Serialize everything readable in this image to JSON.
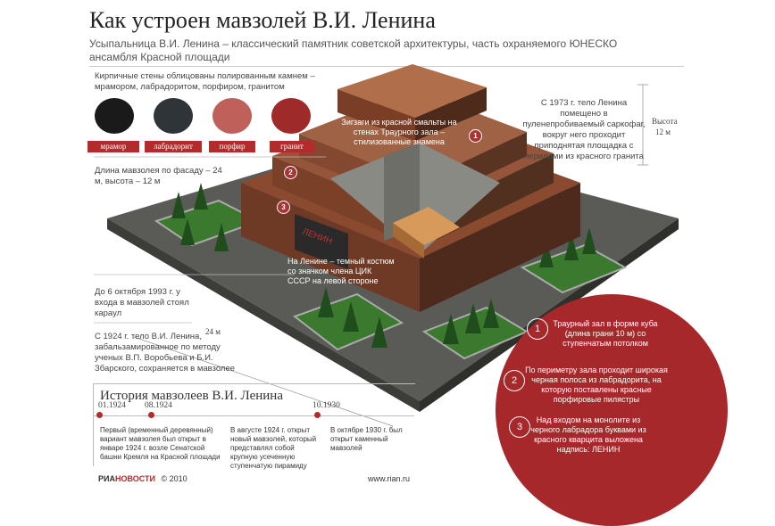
{
  "title": "Как устроен мавзолей В.И. Ленина",
  "subtitle": "Усыпальница В.И. Ленина – классический памятник советской архитектуры, часть охраняемого ЮНЕСКО ансамбля Красной площади",
  "intro": "Кирпичные стены облицованы полированным камнем – мрамором, лабрадоритом, порфиром, гранитом",
  "stones": [
    {
      "label": "мрамор",
      "color": "#1a1a1a"
    },
    {
      "label": "лабрадорит",
      "color": "#2f3438"
    },
    {
      "label": "порфир",
      "color": "#c0605a"
    },
    {
      "label": "гранит",
      "color": "#9e2a2a"
    }
  ],
  "length_fact": "Длина мавзолея по фасаду – 24 м, высота – 12 м",
  "height_label": "Высота",
  "height_value": "12 м",
  "width_label": "24 м",
  "guard_fact": "До 6 октября 1993 г. у входа в мавзолей стоял караул",
  "embalm_fact": "С 1924 г. тело В.И. Ленина, забальзамированное по методу ученых В.П. Воробьева и Б.И. Збарского, сохраняется в мавзолее",
  "sarcophagus_note": "С 1973 г. тело Ленина помещено в пуленепробиваемый саркофаг, вокруг него проходит приподнятая площадка с перилами из красного гранита",
  "zigzag_note": "Зигзаги из красной смальты на стенах Траурного зала – стилизованные знамена",
  "costume_note": "На Ленине – темный костюм со значком члена ЦИК СССР на левой стороне",
  "marker_labels": [
    "1",
    "2",
    "3"
  ],
  "legend": [
    {
      "num": "1",
      "text": "Траурный зал в форме куба (длина грани 10 м) со ступенчатым потолком"
    },
    {
      "num": "2",
      "text": "По периметру зала проходит широкая черная полоса из лабрадорита, на которую поставлены красные порфировые пилястры"
    },
    {
      "num": "3",
      "text": "Над входом на монолите из черного лабрадора буквами из красного кварцита выложена надпись: ЛЕНИН"
    }
  ],
  "history": {
    "title": "История мавзолеев В.И. Ленина",
    "dates": [
      "01.1924",
      "08.1924",
      "10.1930"
    ],
    "items": [
      "Первый (временный деревянный) вариант мавзолея был открыт в январе 1924 г. возле Сенатской башни Кремля на Красной площади",
      "В августе 1924 г. открыт новый мавзолей, который представлял собой крупную усеченную ступенчатую пирамиду",
      "В октябре 1930 г. был открыт каменный мавзолей"
    ]
  },
  "entrance_sign": "ЛЕНИН",
  "footer_brand_a": "РИА",
  "footer_brand_b": "НОВОСТИ",
  "footer_year": "© 2010",
  "footer_url": "www.rian.ru"
}
